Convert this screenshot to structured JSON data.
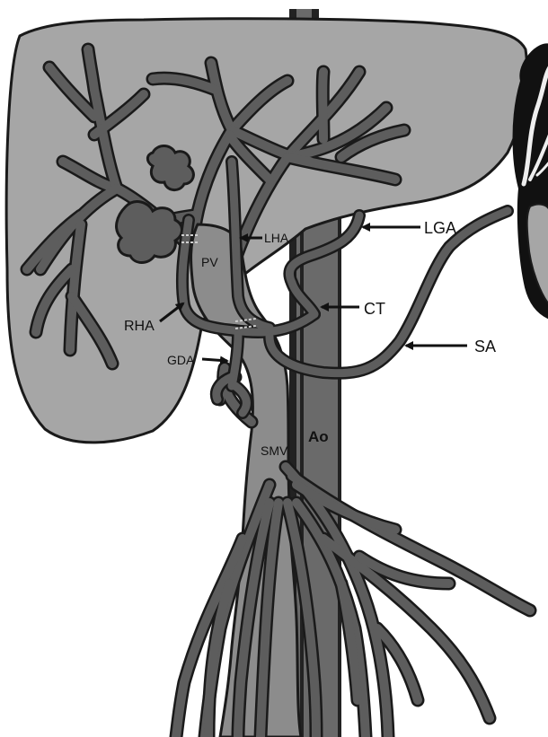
{
  "labels": {
    "lga": "LGA",
    "ct": "CT",
    "sa": "SA",
    "lha": "LHA",
    "pv": "PV",
    "rha": "RHA",
    "gda": "GDA",
    "smv": "SMV",
    "ao": "Ao"
  },
  "colors": {
    "background": "#ffffff",
    "liver": "#a6a6a6",
    "vessel": "#5d5d5d",
    "vessel_highlight": "#8c8c8c",
    "outline": "#1a1a1a",
    "aorta": "#6a6a6a",
    "spleen": "#111111"
  }
}
